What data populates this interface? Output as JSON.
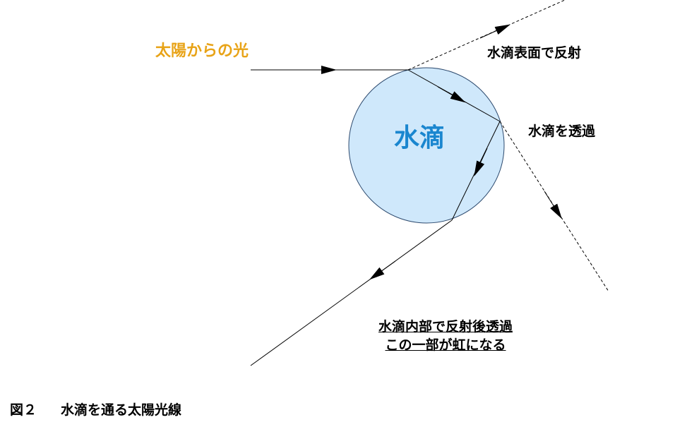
{
  "colors": {
    "sunlight_label": "#e8a317",
    "drop_label": "#1a86cf",
    "drop_fill": "#cfe8fb",
    "drop_stroke": "#2d4a6e",
    "ray": "#000000"
  },
  "labels": {
    "sunlight": "太陽からの光",
    "surface_reflection": "水滴表面で反射",
    "transmission": "水滴を透過",
    "droplet": "水滴",
    "internal_line1": "水滴内部で反射後透過",
    "internal_line2": "この一部が虹になる"
  },
  "caption": {
    "number": "図２",
    "title": "水滴を通る太陽光線"
  }
}
